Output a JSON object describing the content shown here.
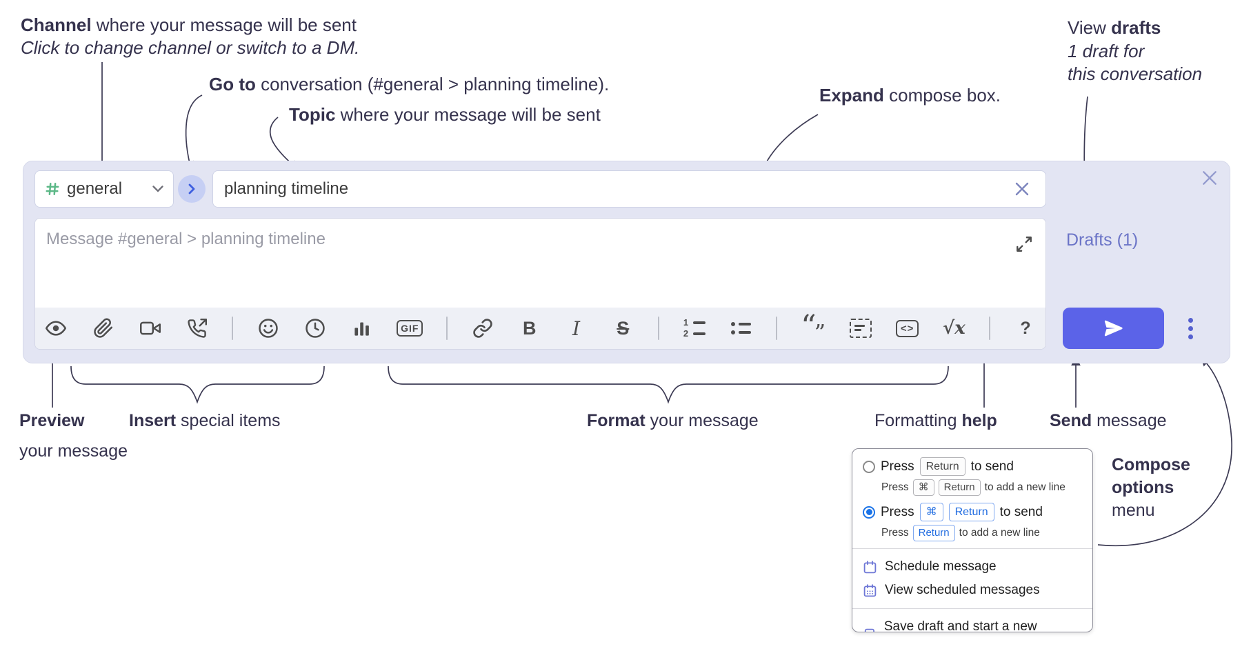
{
  "annotations": {
    "channel": {
      "bold": "Channel",
      "rest": " where your message will be sent",
      "line2": "Click to change channel or switch to a DM."
    },
    "go_to": {
      "bold": "Go to",
      "rest": " conversation (#general > planning timeline)."
    },
    "topic": {
      "bold": "Topic",
      "rest": " where your message will be sent"
    },
    "expand": {
      "bold": "Expand",
      "rest": " compose box."
    },
    "view_drafts": {
      "pre": "View ",
      "bold": "drafts",
      "line2": "1 draft for",
      "line3": "this conversation"
    },
    "preview": {
      "bold": "Preview",
      "line2": "your message"
    },
    "insert": {
      "bold": "Insert",
      "rest": " special items"
    },
    "format": {
      "bold": "Format",
      "rest": " your message"
    },
    "formatting_help": {
      "pre": "Formatting ",
      "bold": "help"
    },
    "send": {
      "bold": "Send",
      "rest": " message"
    },
    "compose_options": {
      "bold1": "Compose",
      "bold2": "options",
      "rest": "menu"
    }
  },
  "compose": {
    "channel_name": "general",
    "topic_value": "planning timeline",
    "message_placeholder": "Message #general > planning timeline",
    "drafts_link": "Drafts (1)",
    "toolbar": {
      "gif": "GIF",
      "bold": "B",
      "italic": "I",
      "strike": "S",
      "list_num_1": "1",
      "list_num_2": "2",
      "quote_open": "“",
      "quote_close": "”",
      "code": "<>",
      "math": "√x",
      "help": "?"
    }
  },
  "popup": {
    "option_return": {
      "pre": "Press",
      "key": "Return",
      "post": "to send",
      "sub_pre": "Press",
      "sub_key_cmd": "⌘",
      "sub_key_return": "Return",
      "sub_post": "to add a new line"
    },
    "option_cmd_return": {
      "pre": "Press",
      "key_cmd": "⌘",
      "key_return": "Return",
      "post": "to send",
      "sub_pre": "Press",
      "sub_key": "Return",
      "sub_post": "to add a new line"
    },
    "menu": [
      {
        "label": "Schedule message"
      },
      {
        "label": "View scheduled messages"
      },
      {
        "label": "Save draft and start a new message"
      }
    ]
  },
  "colors": {
    "compose_bg": "#e3e5f3",
    "accent_send": "#5b63e8",
    "drafts_link": "#6b74c7",
    "hash_green": "#5cb887",
    "circle_chevron_blue": "#3e5fe0",
    "radio_selected": "#1a73e8",
    "annotation_ink": "#35324d",
    "menu_icon_indigo": "#6e77d6"
  }
}
